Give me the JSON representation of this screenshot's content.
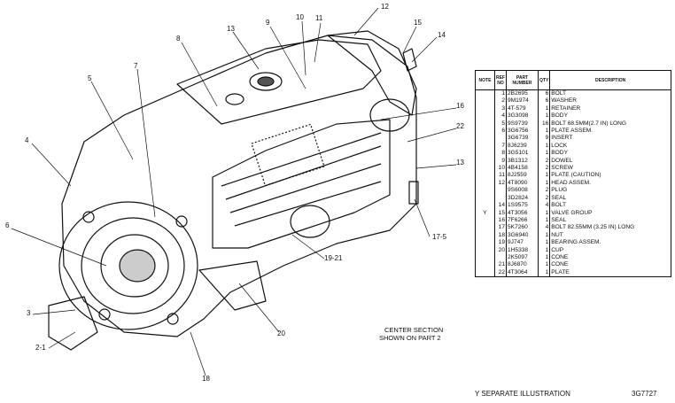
{
  "callouts": [
    "12",
    "11",
    "10",
    "9",
    "13",
    "8",
    "15",
    "14",
    "7",
    "5",
    "16",
    "22",
    "13",
    "4",
    "6",
    "19-21",
    "17-5",
    "3",
    "2-1",
    "20",
    "18"
  ],
  "center_note": {
    "line1": "CENTER SECTION",
    "line2": "SHOWN ON PART 2"
  },
  "table": {
    "headers": {
      "note": "NOTE",
      "ref": "REF NO",
      "part": "PART NUMBER",
      "qty": "QTY",
      "desc": "DESCRIPTION"
    },
    "rows": [
      {
        "note": "",
        "ref": "1",
        "part": "2B2695",
        "qty": "6",
        "desc": "BOLT"
      },
      {
        "note": "",
        "ref": "2",
        "part": "9M1974",
        "qty": "6",
        "desc": "WASHER"
      },
      {
        "note": "",
        "ref": "3",
        "part": "4T-579",
        "qty": "1",
        "desc": "RETAINER"
      },
      {
        "note": "",
        "ref": "4",
        "part": "3G3098",
        "qty": "1",
        "desc": "BODY"
      },
      {
        "note": "",
        "ref": "5",
        "part": "9S9739",
        "qty": "16",
        "desc": "BOLT 68.5MM(2.7 IN) LONG"
      },
      {
        "note": "",
        "ref": "6",
        "part": "3G6756",
        "qty": "1",
        "desc": "PLATE ASSEM."
      },
      {
        "note": "",
        "ref": "",
        "part": "3G6739",
        "qty": "9",
        "desc": "INSERT"
      },
      {
        "note": "",
        "ref": "7",
        "part": "8J6239",
        "qty": "1",
        "desc": "LOCK"
      },
      {
        "note": "",
        "ref": "8",
        "part": "3G5101",
        "qty": "1",
        "desc": "BODY"
      },
      {
        "note": "",
        "ref": "9",
        "part": "3B1312",
        "qty": "2",
        "desc": "DOWEL"
      },
      {
        "note": "",
        "ref": "10",
        "part": "4B4158",
        "qty": "2",
        "desc": "SCREW"
      },
      {
        "note": "",
        "ref": "11",
        "part": "8J2559",
        "qty": "1",
        "desc": "PLATE (CAUTION)"
      },
      {
        "note": "",
        "ref": "12",
        "part": "4T8090",
        "qty": "1",
        "desc": "HEAD ASSEM."
      },
      {
        "note": "",
        "ref": "",
        "part": "9S6008",
        "qty": "2",
        "desc": "PLUG"
      },
      {
        "note": "",
        "ref": "",
        "part": "3D2824",
        "qty": "2",
        "desc": "SEAL"
      },
      {
        "note": "",
        "ref": "14",
        "part": "1S9575",
        "qty": "4",
        "desc": "BOLT"
      },
      {
        "note": "Y",
        "ref": "15",
        "part": "4T3056",
        "qty": "1",
        "desc": "VALVE GROUP"
      },
      {
        "note": "",
        "ref": "16",
        "part": "7F6266",
        "qty": "1",
        "desc": "SEAL"
      },
      {
        "note": "",
        "ref": "17",
        "part": "5K7260",
        "qty": "4",
        "desc": "BOLT 82.55MM (3.25 IN) LONG"
      },
      {
        "note": "",
        "ref": "18",
        "part": "3G6940",
        "qty": "1",
        "desc": "NUT"
      },
      {
        "note": "",
        "ref": "19",
        "part": "9J747",
        "qty": "1",
        "desc": "BEARING ASSEM."
      },
      {
        "note": "",
        "ref": "20",
        "part": "1H5338",
        "qty": "1",
        "desc": "CUP"
      },
      {
        "note": "",
        "ref": "",
        "part": "2K5097",
        "qty": "1",
        "desc": "CONE"
      },
      {
        "note": "",
        "ref": "21",
        "part": "8J6870",
        "qty": "1",
        "desc": "CONE"
      },
      {
        "note": "",
        "ref": "22",
        "part": "4T3064",
        "qty": "1",
        "desc": "PLATE"
      }
    ]
  },
  "footer": {
    "legend": "Y   SEPARATE ILLUSTRATION",
    "figure_no": "3G7727"
  }
}
